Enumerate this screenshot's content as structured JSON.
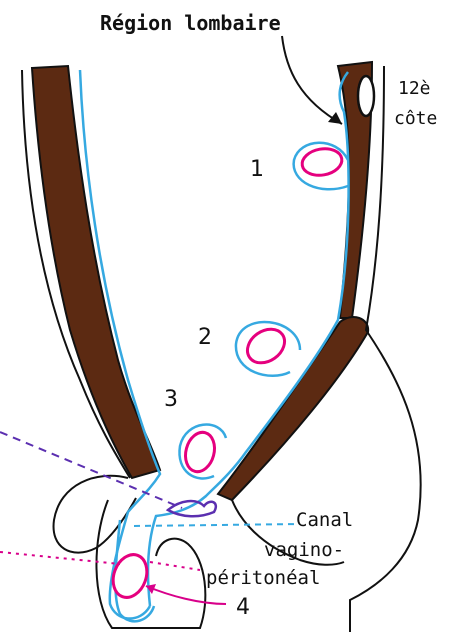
{
  "labels": {
    "region": "Région lombaire",
    "rib_line1": "12è",
    "rib_line2": "côte",
    "canal_line1": "Canal",
    "canal_line2": "vagino-",
    "canal_line3": "péritonéal"
  },
  "stages": [
    "1",
    "2",
    "3",
    "4"
  ],
  "colors": {
    "peritoneum": "#36a9e1",
    "gonad": "#e5007e",
    "muscle": "#5c2a12",
    "outline": "#111111",
    "purple": "#5b2fb0",
    "magenta_line": "#d8008a"
  }
}
